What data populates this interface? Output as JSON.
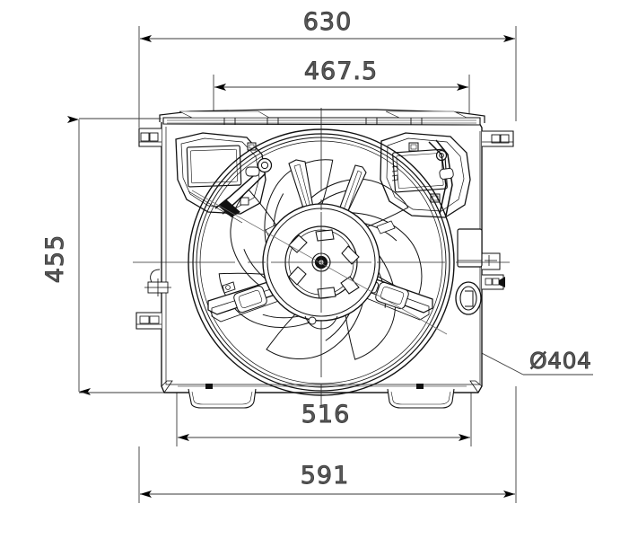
{
  "drawing": {
    "type": "engineering-dimension-drawing",
    "subject": "radiator cooling fan assembly with shroud",
    "view": "front elevation",
    "units": "mm",
    "background_color": "#ffffff",
    "line_color": "#000000",
    "dimension_color": "#5a5a5a"
  },
  "dimensions": {
    "overall_width": {
      "label": "630",
      "orientation": "horizontal",
      "position": "top-outer",
      "value": 630
    },
    "inner_width": {
      "label": "467.5",
      "orientation": "horizontal",
      "position": "top-inner",
      "value": 467.5
    },
    "height": {
      "label": "455",
      "orientation": "vertical-rotated",
      "position": "left",
      "value": 455
    },
    "body_width": {
      "label": "516",
      "orientation": "horizontal",
      "position": "bottom-inner",
      "value": 516
    },
    "base_width": {
      "label": "591",
      "orientation": "horizontal",
      "position": "bottom-outer",
      "value": 591
    },
    "fan_diameter": {
      "label": "Ø404",
      "orientation": "leader",
      "position": "right",
      "value": 404,
      "symbol": "diameter"
    }
  },
  "features": {
    "fan_blade_count": 7,
    "hub_clip_count": 6,
    "mounting_brackets": [
      "upper-left",
      "upper-right"
    ],
    "connector_block": "right-side",
    "grommet": "right-side-oval",
    "feet": [
      "bottom-left",
      "bottom-right"
    ]
  }
}
